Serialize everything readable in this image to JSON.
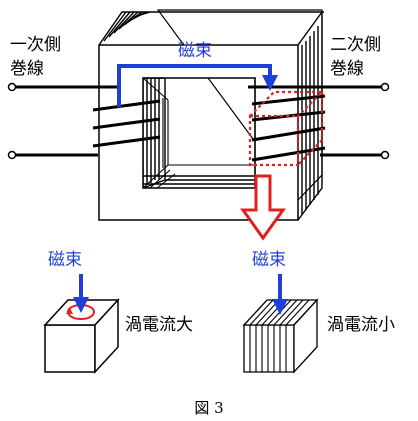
{
  "labels": {
    "primary_winding_line1": "一次側",
    "primary_winding_line2": "巻線",
    "secondary_winding_line1": "二次側",
    "secondary_winding_line2": "巻線",
    "flux_top": "磁束",
    "flux_left": "磁束",
    "flux_right": "磁束",
    "eddy_large": "渦電流大",
    "eddy_small": "渦電流小",
    "caption": "図 3"
  },
  "colors": {
    "flux": "#1f3fd8",
    "eddy_highlight": "#e0201c",
    "core_stroke": "#000000"
  }
}
